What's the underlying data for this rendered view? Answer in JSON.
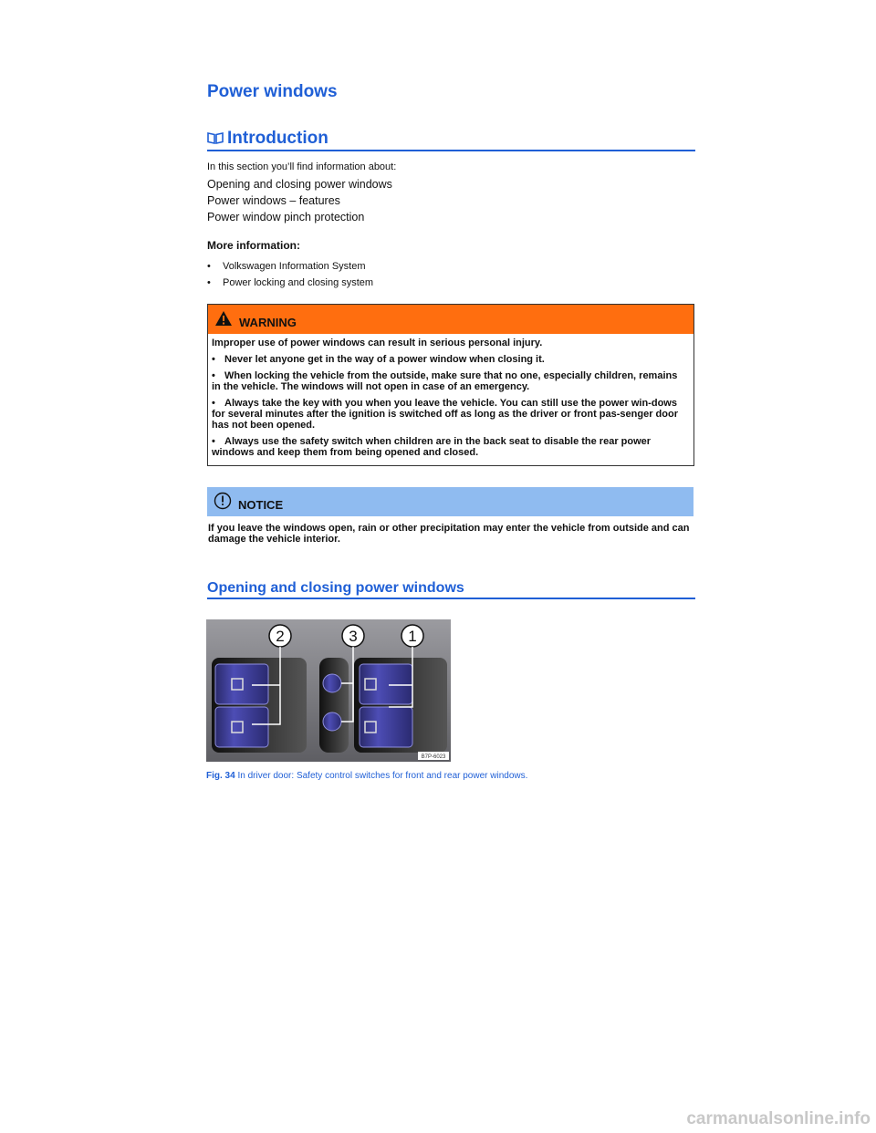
{
  "page": {
    "title": "Power windows",
    "intro_heading": "Introduction",
    "intro_text": "In this section you’ll find information about:",
    "intro_links": [
      "Opening and closing power windows",
      "Power windows – features",
      "Power window pinch protection"
    ],
    "more_info_label": "More information:",
    "more_info_items": [
      "Volkswagen Information System",
      "Power locking and closing system"
    ]
  },
  "warning": {
    "title": "WARNING",
    "lead": "Improper use of power windows can result in serious personal injury.",
    "items": [
      "Never let anyone get in the way of a power window when closing it.",
      "When locking the vehicle from the outside, make sure that no one, especially children, remains in the vehicle. The windows will not open in case of an emergency.",
      "Always take the key with you when you leave the vehicle. You can still use the power win-dows for several minutes after the ignition is switched off as long as the driver or front pas-senger door has not been opened.",
      "Always use the safety switch when children are in the back seat to disable the rear power windows and keep them from being opened and closed."
    ]
  },
  "notice": {
    "title": "NOTICE",
    "text": "If you leave the windows open, rain or other precipitation may enter the vehicle from outside and can damage the vehicle interior."
  },
  "section2": {
    "heading": "Opening and closing power windows",
    "figure_labels": [
      "2",
      "3",
      "1"
    ],
    "figure_code": "B7P-6023",
    "caption_label": "Fig. 34",
    "caption_text": " In driver door: Safety control switches for front and rear power windows."
  },
  "footer": {
    "watermark": "carmanualsonline.info"
  },
  "icons": {
    "intro": "book-icon",
    "warning": "warning-triangle-icon",
    "notice": "exclamation-circle-icon"
  },
  "colors": {
    "heading": "#1f5fd6",
    "warning": "#ff6e0f",
    "notice": "#8fbbf0"
  }
}
